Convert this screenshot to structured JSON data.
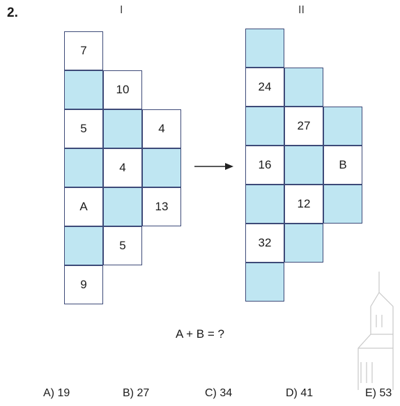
{
  "question_number": "2.",
  "grid_labels": {
    "first": "I",
    "second": "II"
  },
  "grid1": [
    "7",
    "",
    "10",
    "5",
    "",
    "4",
    "",
    "4",
    "",
    "A",
    "",
    "13",
    "",
    "5",
    "9"
  ],
  "grid2": [
    "",
    "24",
    "",
    "",
    "27",
    "",
    "16",
    "",
    "B",
    "",
    "12",
    "",
    "32",
    "",
    ""
  ],
  "equation": "A + B = ?",
  "options": [
    "A) 19",
    "B) 27",
    "C) 34",
    "D) 41",
    "E) 53"
  ],
  "colors": {
    "shaded": "#bfe6f2",
    "border": "#3d4a78"
  }
}
